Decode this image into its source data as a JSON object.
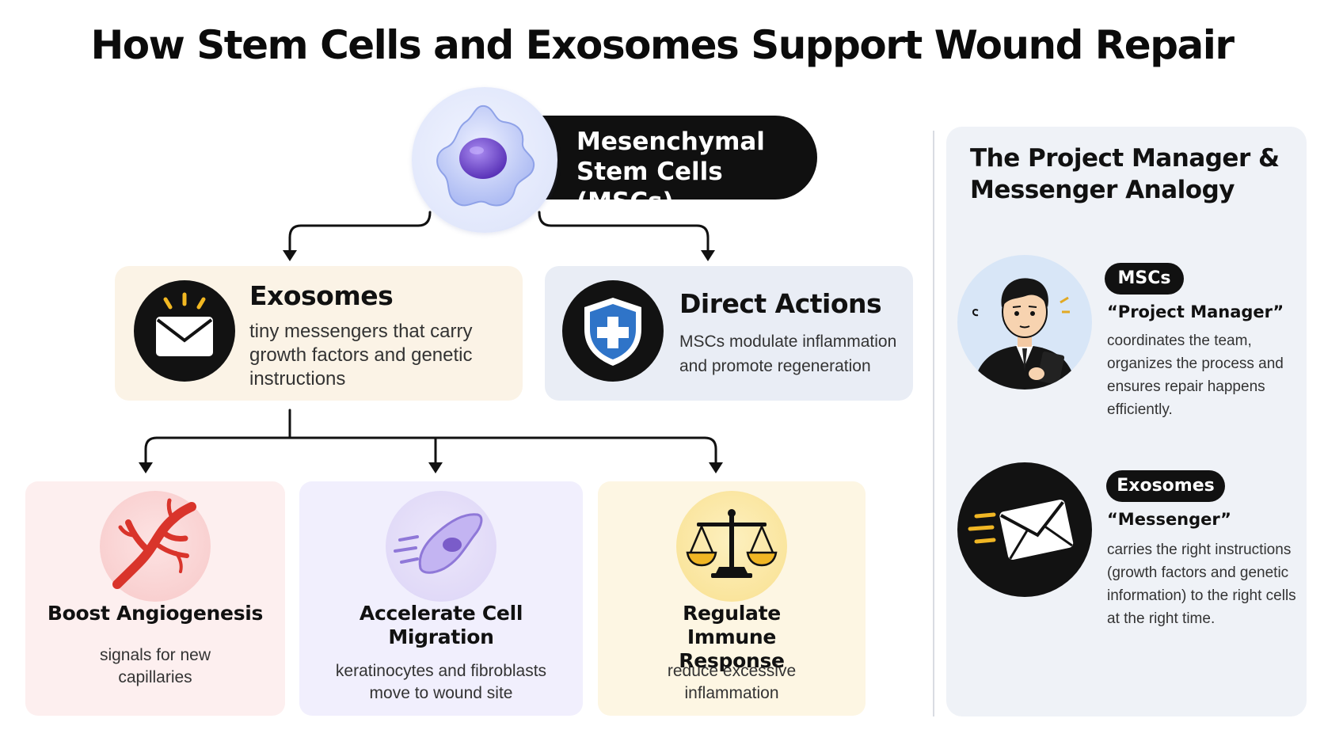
{
  "title": "How Stem Cells and Exosomes Support Wound Repair",
  "msc": {
    "line1": "Mesenchymal",
    "line2": "Stem Cells (MSCs)",
    "icon": "stem-cell-icon"
  },
  "exosomes": {
    "title": "Exosomes",
    "description": "tiny messengers that carry growth factors and genetic instructions",
    "icon": "envelope-icon"
  },
  "direct_actions": {
    "title": "Direct Actions",
    "description": "MSCs modulate inflammation and promote regeneration",
    "icon": "shield-cross-icon"
  },
  "effects": [
    {
      "title": "Boost Angiogenesis",
      "description": "signals for new capillaries",
      "icon": "blood-vessel-icon"
    },
    {
      "title": "Accelerate Cell Migration",
      "description": "keratinocytes and fibroblasts move to wound site",
      "icon": "moving-cell-icon"
    },
    {
      "title": "Regulate Immune Response",
      "description": "reduce excessive inflammation",
      "icon": "balance-scale-icon"
    }
  ],
  "analogy": {
    "title": "The Project Manager & Messenger Analogy",
    "items": [
      {
        "tag": "MSCs",
        "role": "“Project Manager”",
        "description": "coordinates the team, organizes the process and ensures repair happens efficiently.",
        "icon": "project-manager-icon"
      },
      {
        "tag": "Exosomes",
        "role": "“Messenger”",
        "description": "carries the right instructions (growth factors and genetic information) to the right cells at the right time.",
        "icon": "flying-envelope-icon"
      }
    ]
  },
  "colors": {
    "dark": "#121212",
    "exosome_card": "#fbf3e6",
    "direct_card": "#e9edf5",
    "angiogenesis_card": "#fdefef",
    "migration_card": "#f1effd",
    "immune_card": "#fdf6e3",
    "panel": "#eff2f7",
    "shield_blue": "#2f74c8",
    "vessel_red": "#d9342b",
    "cell_purple": "#8f78d8",
    "scale_gold": "#f0b624"
  }
}
